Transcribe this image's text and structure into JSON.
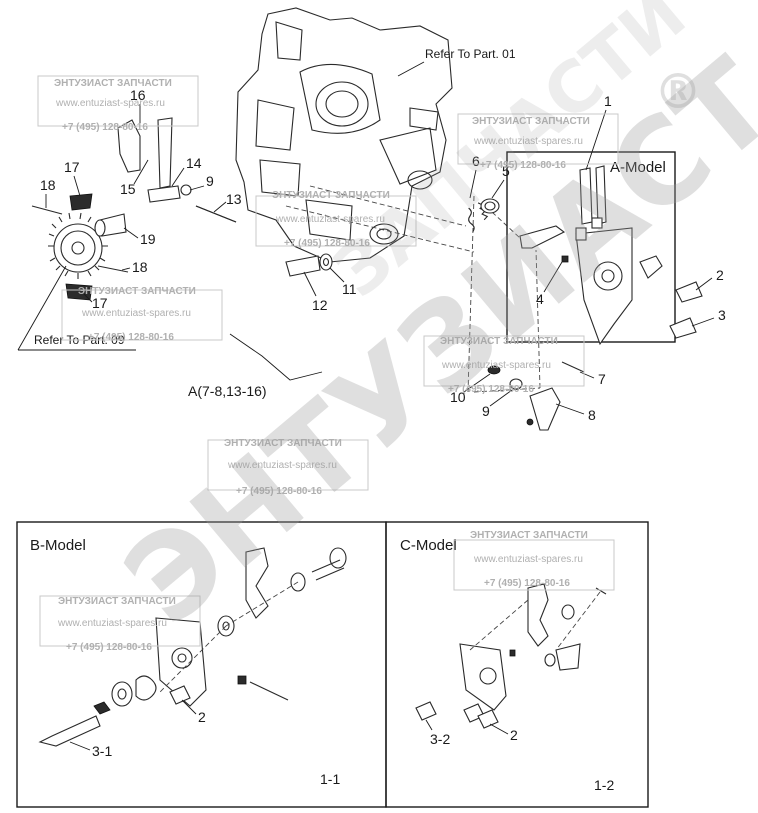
{
  "references": {
    "part01": "Refer To Part. 01",
    "part09": "Refer To Part. 09"
  },
  "group_label": "A(7-8,13-16)",
  "models": {
    "a": "A-Model",
    "b": "B-Model",
    "c": "C-Model"
  },
  "callouts": {
    "c1": "1",
    "c2": "2",
    "c3": "3",
    "c4": "4",
    "c5": "5",
    "c6": "6",
    "c7": "7",
    "c8": "8",
    "c9a": "9",
    "c9b": "9",
    "c10": "10",
    "c11": "11",
    "c12": "12",
    "c13": "13",
    "c14": "14",
    "c15": "15",
    "c16": "16",
    "c17a": "17",
    "c17b": "17",
    "c18a": "18",
    "c18b": "18",
    "c19": "19",
    "b2": "2",
    "b31": "3-1",
    "c2b": "2",
    "c32": "3-2"
  },
  "subfigures": {
    "b": "1-1",
    "c": "1-2"
  },
  "watermark": {
    "title": "ЭНТУЗИАСТ ЗАПЧАСТИ",
    "url": "www.entuziast-spares.ru",
    "phone": "+7 (495) 128-80-16",
    "big": "ЭНТУЗИАСТ",
    "big2": "ЗАПЧАСТИ",
    "registered": "®"
  },
  "colors": {
    "ink": "#1a1a1a",
    "watermark": "#9a9a9a",
    "background": "#ffffff"
  }
}
